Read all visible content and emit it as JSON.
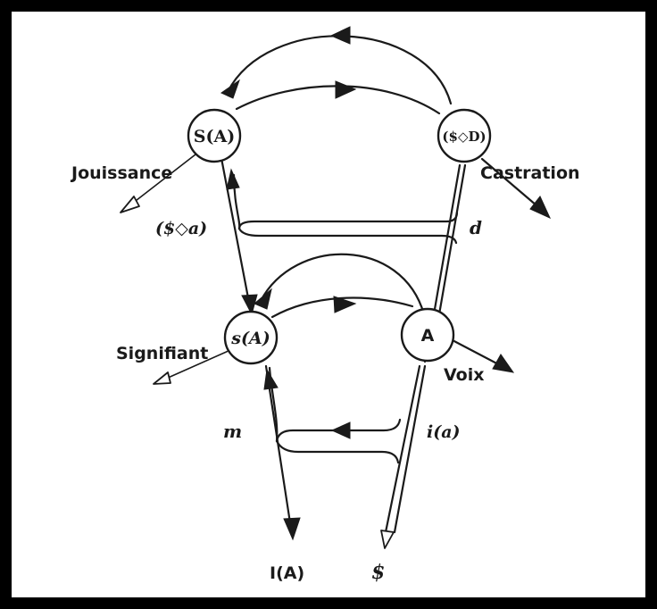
{
  "nodes": {
    "s_big_a": "S(A)",
    "s_barred_losange_d": "($◇D)",
    "s_small_a": "s(A)",
    "a": "A"
  },
  "labels": {
    "jouissance": "Jouissance",
    "castration": "Castration",
    "s_barred_losange_a": "($◇a)",
    "d": "d",
    "signifiant": "Signifiant",
    "voix": "Voix",
    "m": "m",
    "i_a": "i(a)",
    "i_big_a": "I(A)",
    "s_barred": "$"
  }
}
